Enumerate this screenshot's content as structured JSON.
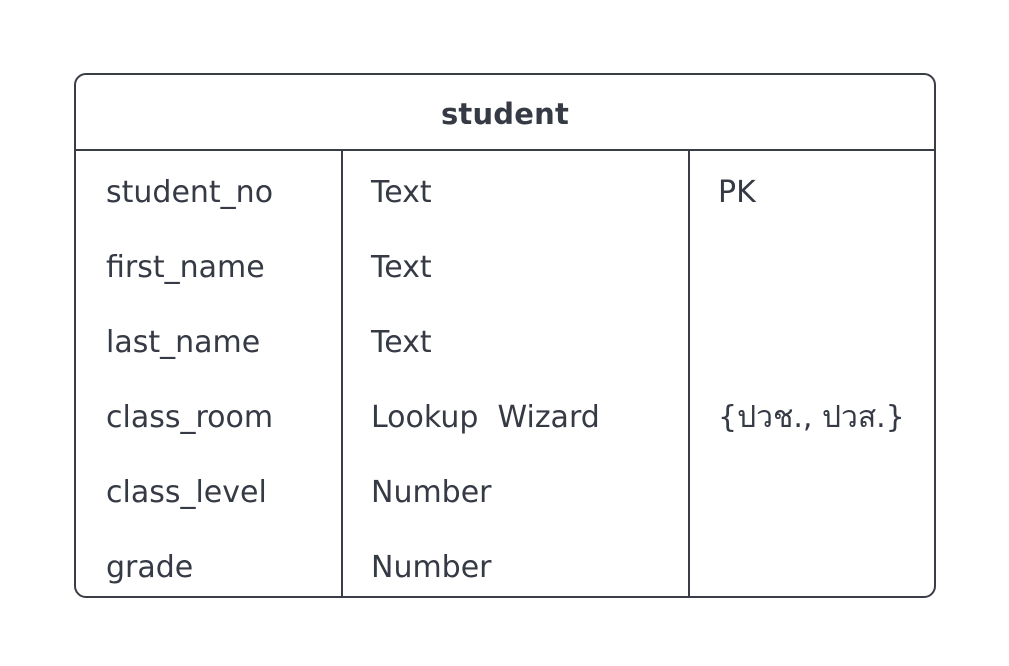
{
  "entity": {
    "title": "student",
    "fields": [
      {
        "name": "student_no",
        "type": "Text",
        "note": "PK"
      },
      {
        "name": "first_name",
        "type": "Text",
        "note": ""
      },
      {
        "name": "last_name",
        "type": "Text",
        "note": ""
      },
      {
        "name": "class_room",
        "type": "Lookup  Wizard",
        "note": "{ปวช., ปวส.}"
      },
      {
        "name": "class_level",
        "type": "Number",
        "note": ""
      },
      {
        "name": "grade",
        "type": "Number",
        "note": ""
      }
    ]
  },
  "colors": {
    "border": "#3a3d45",
    "text": "#353a45",
    "background": "#ffffff"
  }
}
